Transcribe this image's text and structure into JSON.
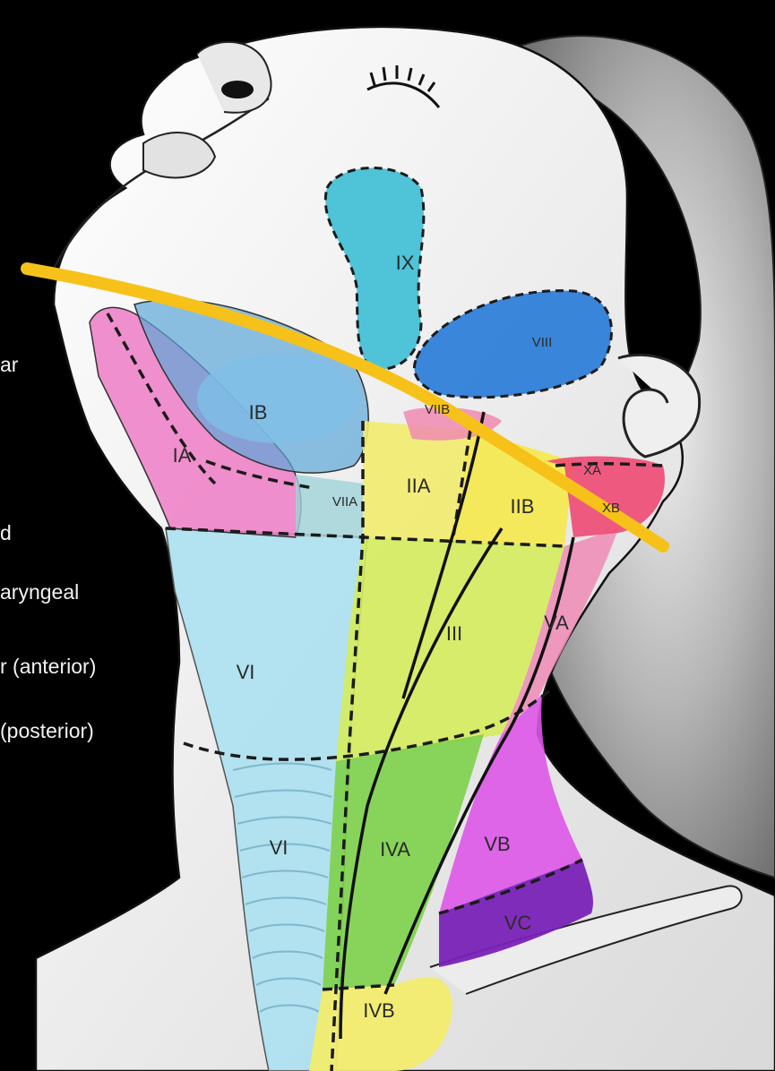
{
  "side_labels": {
    "l1": "ar",
    "l2": "d",
    "l3": "aryngeal",
    "l4": "r (anterior)",
    "l5": "(posterior)"
  },
  "regions": {
    "IA": "IA",
    "IB": "IB",
    "IIA": "IIA",
    "IIB": "IIB",
    "III": "III",
    "IVA": "IVA",
    "IVB": "IVB",
    "VA": "VA",
    "VB": "VB",
    "VC": "VC",
    "VI_upper": "VI",
    "VI_lower": "VI",
    "VIIA": "VIIA",
    "VIIB": "VIIB",
    "VIII": "VIII",
    "IX": "IX",
    "XA": "XA",
    "XB": "XB"
  },
  "colors": {
    "background": "#000000",
    "skin": "#f4f4f4",
    "hair": "#9a9a9a",
    "mandible_line": "#f6c21a",
    "level_I_pink": "#ee7cc6",
    "level_IB_blue": "#5da7d8",
    "level_II_yellow": "#f2ec6e",
    "level_III_green": "#b9e25e",
    "level_IV_green": "#7dd24a",
    "level_VA_pink": "#ee8fb8",
    "level_VB_magenta": "#dd56e8",
    "level_VC_purple": "#7a22b8",
    "level_VI_cyan": "#a8dff0",
    "level_VIII_blue": "#2f7fd8",
    "level_IX_cyan": "#46c0d6",
    "level_X_red": "#ee4a73"
  }
}
